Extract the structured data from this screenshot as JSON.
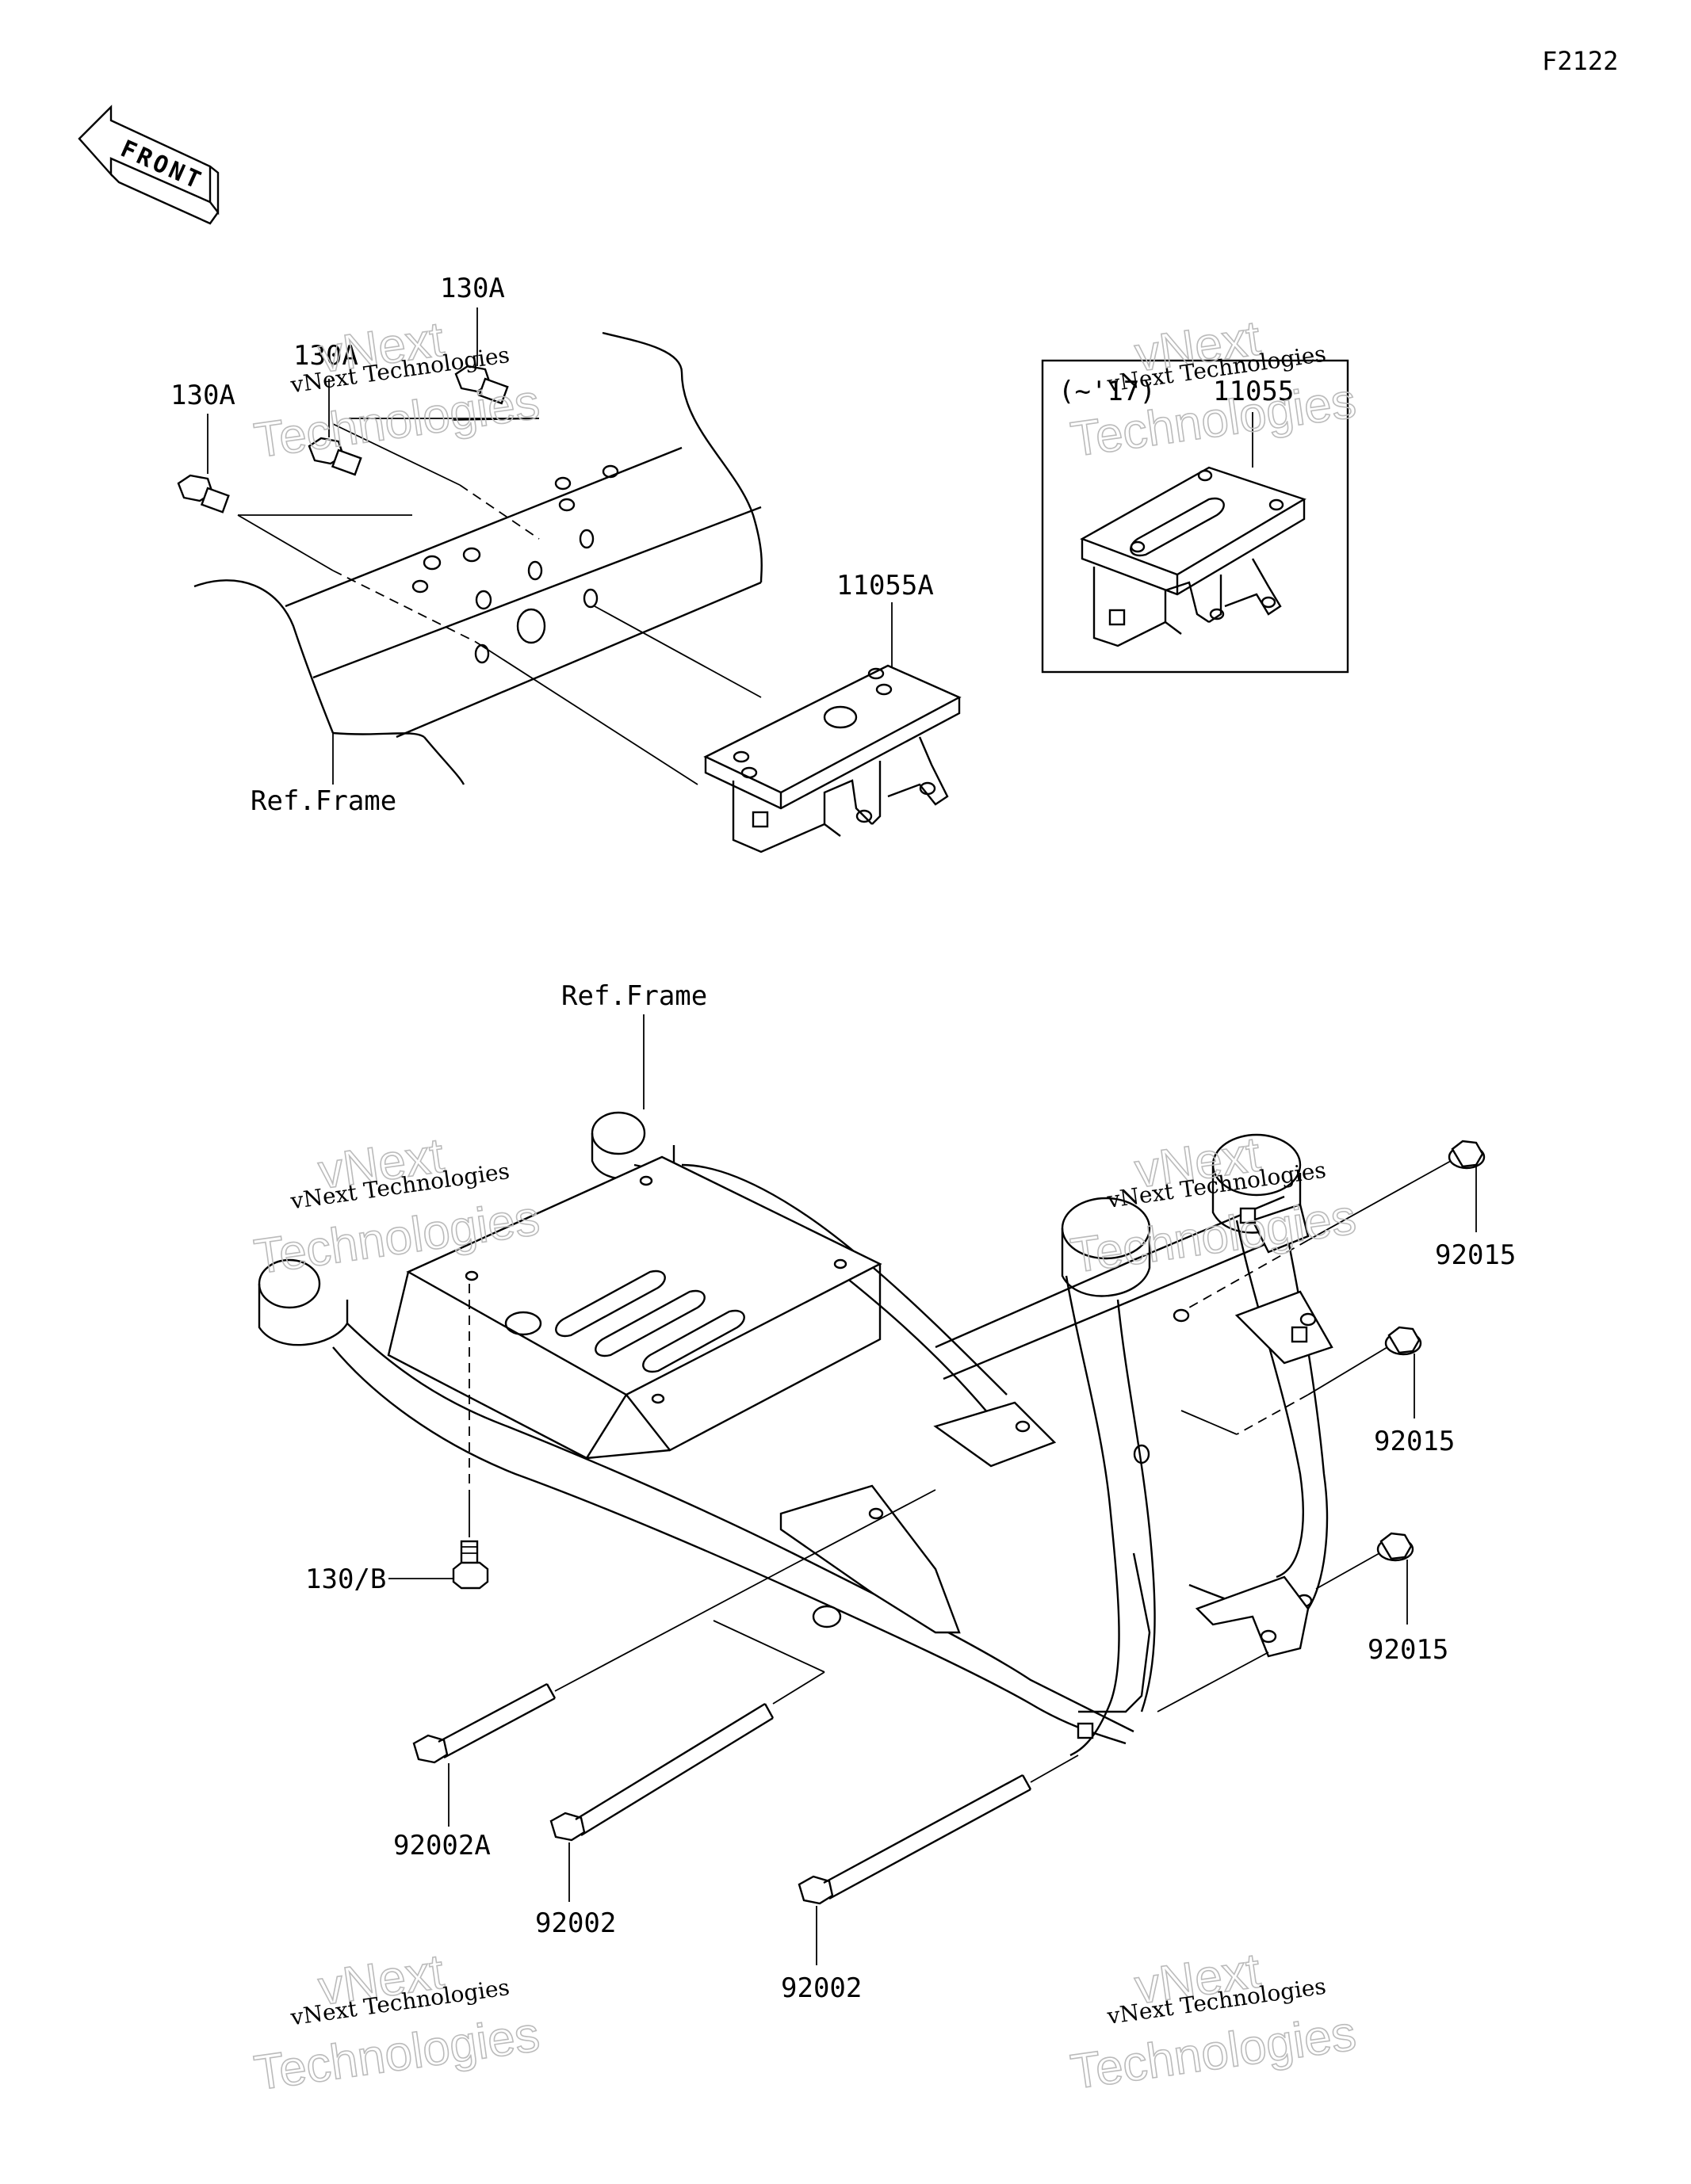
{
  "diagram_code": "F2122",
  "front_arrow_label": "FRONT",
  "watermark": {
    "line1": "vNext Technologies",
    "line2": "vNext",
    "line3": "Technologies"
  },
  "upper_section": {
    "callouts": {
      "bolt_a": "130A",
      "bolt_b": "130A",
      "bolt_c": "130A",
      "bracket": "11055A",
      "frame_ref": "Ref.Frame"
    },
    "inset": {
      "note": "(~'17)",
      "part_label": "11055"
    }
  },
  "lower_section": {
    "callouts": {
      "frame_ref": "Ref.Frame",
      "bolt_bottom": "130/B",
      "bolt_long_a": "92002A",
      "bolt_long_1": "92002",
      "bolt_long_2": "92002",
      "nut_1": "92015",
      "nut_2": "92015",
      "nut_3": "92015"
    }
  }
}
